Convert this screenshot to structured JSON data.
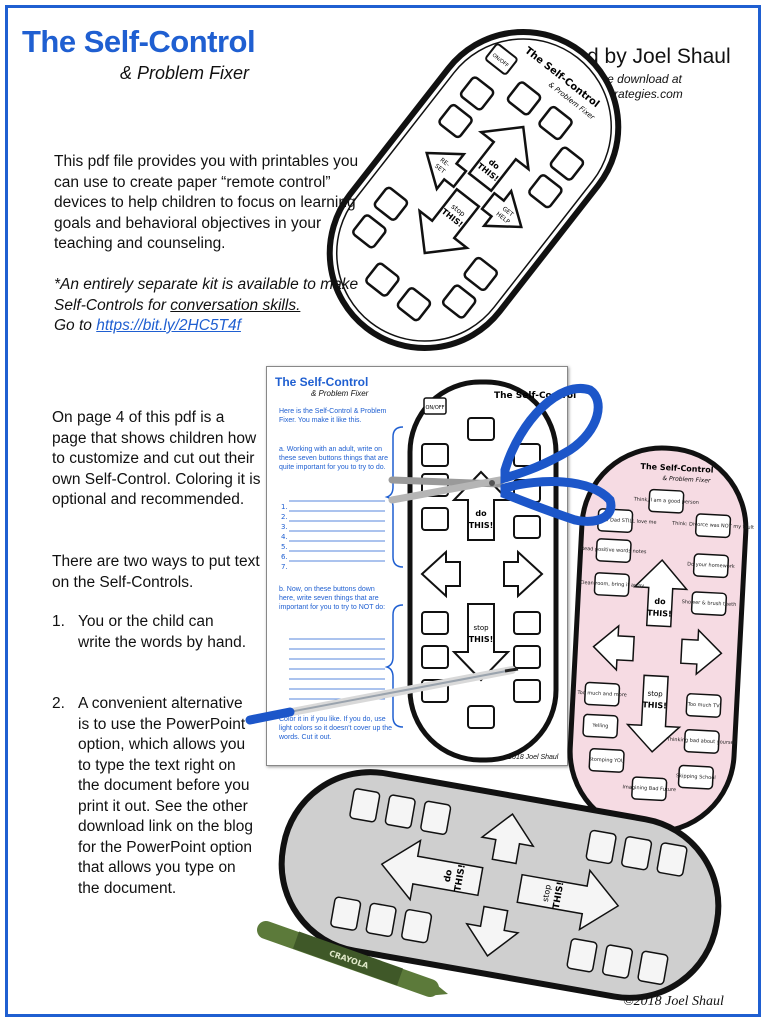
{
  "header": {
    "title": "The Self-Control",
    "subtitle": "& Problem Fixer",
    "created_by": "Created by Joel Shaul",
    "available_line1": "Available for free download at",
    "available_line2": "autismteachingstrategies.com"
  },
  "intro": {
    "text": "This pdf file provides you with printables you can use to create paper “remote control” devices to help children to focus on learning goals and behavioral objectives in your teaching and counseling."
  },
  "kit": {
    "line1": "*An entirely separate kit is available to make Self-Controls for ",
    "underlined": "conversation skills.",
    "goto": "Go to ",
    "link": "https://bit.ly/2HC5T4f"
  },
  "page4": {
    "text": "On page 4 of this pdf is a page that shows children how to customize and cut out their own Self-Control. Coloring it is optional and recommended."
  },
  "ways": {
    "text": "There are two ways to put text on the Self-Controls."
  },
  "list": [
    {
      "num": "1.",
      "text": "You or the child can write the words by hand."
    },
    {
      "num": "2.",
      "text": "A convenient alternative is to use the PowerPoint option, which allows you to type the text right on the document before you print it out.  See the other download link on the blog for the PowerPoint option that allows you type on the document."
    }
  ],
  "remote": {
    "title": "The Self-Control",
    "subtitle": "& Problem Fixer",
    "onoff": "ON/OFF",
    "do": "do",
    "this": "THIS!",
    "get": "GET",
    "help": "HELP",
    "reset_re": "RE-",
    "reset_set": "SET",
    "stop": "stop",
    "colored_labels": [
      "Think, I am a good person",
      "Think: Mom & Dad STILL love me",
      "Think: Divorce was NOT my fault",
      "Read positive words notes",
      "Do your homework",
      "Clean room, bring it away",
      "Shower & brush teeth",
      "Too much and more",
      "Too much TV",
      "Yelling",
      "Thinking bad about yourself",
      "Stomping YOU",
      "Imagining Bad Future",
      "Skipping School"
    ]
  },
  "worksheet": {
    "title": "The Self-Control",
    "subtitle": "& Problem Fixer",
    "intro": "Here is the Self-Control & Problem Fixer. You make it like this.",
    "step_a": "a.  Working with an adult, write on these seven buttons things that are quite important for you to try to do.",
    "step_b": "b.  Now, on these buttons down here, write seven things that are important for you to try to NOT do:",
    "step_c": "Color it in if you like. If you do, use light colors so it doesn't cover up the words. Cut it out.",
    "numbers": [
      "1.",
      "2.",
      "3.",
      "4.",
      "5.",
      "6.",
      "7."
    ],
    "footer": "©2018 Joel Shaul"
  },
  "crayon_label": "CRAYOLA",
  "footer": {
    "copyright": "©2018 Joel Shaul"
  },
  "colors": {
    "accent": "#1f5fd1",
    "remote_outline": "#111111",
    "pink_fill": "#f6dbe3",
    "scissors_blue": "#1c56c9"
  }
}
